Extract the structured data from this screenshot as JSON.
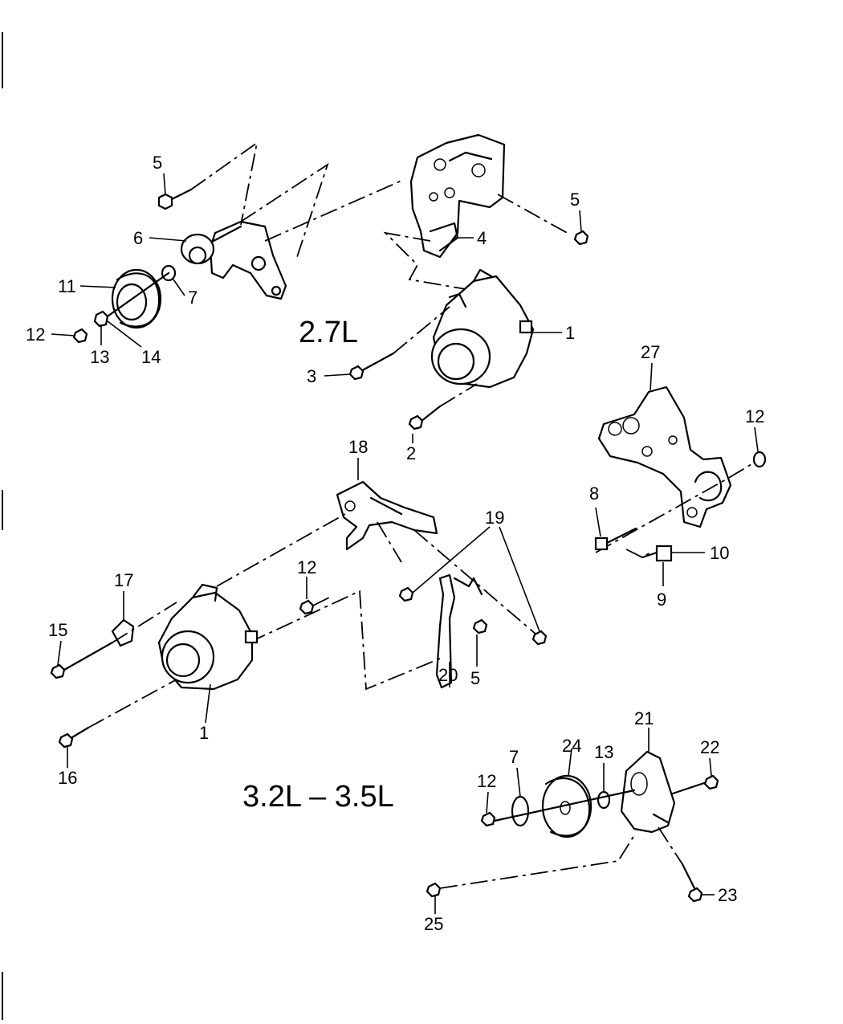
{
  "sections": {
    "upper_engine": "2.7L",
    "lower_engine": "3.2L – 3.5L"
  },
  "callouts": {
    "c1a": "1",
    "c1b": "1",
    "c2": "2",
    "c3": "3",
    "c4": "4",
    "c5a": "5",
    "c5b": "5",
    "c5c": "5",
    "c6": "6",
    "c7a": "7",
    "c7b": "7",
    "c8": "8",
    "c9": "9",
    "c10": "10",
    "c11": "11",
    "c12a": "12",
    "c12b": "12",
    "c12c": "12",
    "c12d": "12",
    "c13a": "13",
    "c13b": "13",
    "c14": "14",
    "c15": "15",
    "c16": "16",
    "c17": "17",
    "c18": "18",
    "c19": "19",
    "c20": "20",
    "c21": "21",
    "c22": "22",
    "c23": "23",
    "c24": "24",
    "c25": "25",
    "c27": "27"
  }
}
